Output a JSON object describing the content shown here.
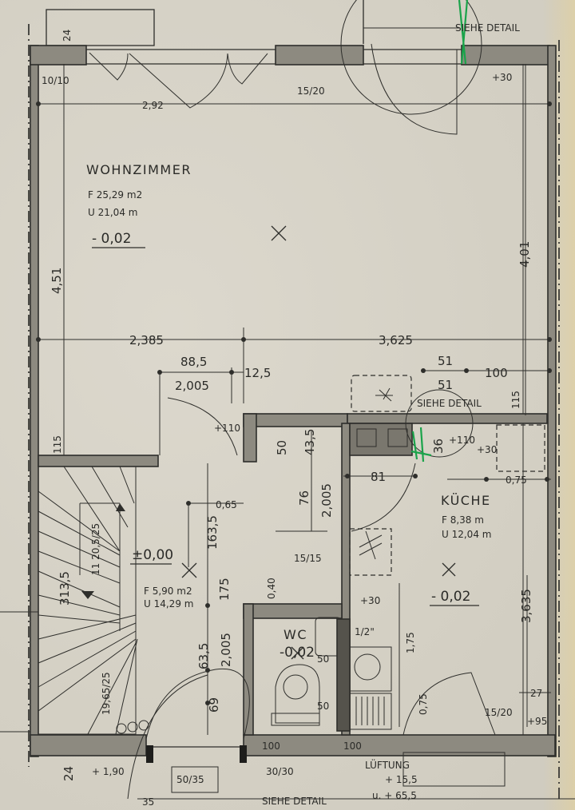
{
  "plan": {
    "rooms": [
      {
        "name": "WOHNZIMMER",
        "area": "F  25,29 m2",
        "perimeter": "U  21,04 m",
        "level": "- 0,02"
      },
      {
        "name": "KÜCHE",
        "area": "F  8,38 m",
        "perimeter": "U 12,04 m",
        "level": "- 0,02"
      },
      {
        "name": "WC",
        "level": "-0,02"
      },
      {
        "name": "",
        "area": "F  5,90 m2",
        "perimeter": "U 14,29 m",
        "level": "±0,00"
      }
    ],
    "notes": {
      "siehe_detail_top": "SIEHE DETAIL",
      "siehe_detail_mid": "SIEHE DETAIL",
      "siehe_detail_bottom": "SIEHE DETAIL",
      "lueftung": "LÜFTUNG",
      "lueftung_1": "+ 15,5",
      "lueftung_2": "u. + 65,5"
    },
    "dimensions": {
      "d_24_top": "24",
      "d_10_10": "10/10",
      "d_2_92": "2,92",
      "d_15_20_top": "15/20",
      "d_plus30_top": "+30",
      "d_4_51": "4,51",
      "d_4_01": "4,01",
      "d_2_385": "2,385",
      "d_3_625": "3,625",
      "d_88_5": "88,5",
      "d_2_005_a": "2,005",
      "d_12_5": "12,5",
      "d_51_a": "51",
      "d_51_b": "51",
      "d_100": "100",
      "d_115_right": "115",
      "d_115_left": "115",
      "d_plus110_a": "+110",
      "d_50": "50",
      "d_43_5": "43,5",
      "d_36": "36",
      "d_plus110_b": "+110",
      "d_plus30_mid": "+30",
      "d_0_75_a": "0,75",
      "d_81": "81",
      "d_76": "76",
      "d_2_005_b": "2,005",
      "d_0_65": "0,65",
      "d_163_5": "163,5",
      "d_15_15": "15/15",
      "d_11_20_5_25": "11 20,5/25",
      "d_313_5": "313,5",
      "d_175_a": "175",
      "d_0_40": "0,40",
      "d_plus30_k": "+30",
      "d_1_2": "1/2\"",
      "d_175_b": "1,75",
      "d_3_635": "3,635",
      "d_63_5": "63,5",
      "d_2_005_c": "2,005",
      "d_69": "69",
      "d_19_65_25": "19,65/25",
      "d_0_75_b": "0,75",
      "d_27": "27",
      "d_15_20_bot": "15/20",
      "d_plus95": "+95",
      "d_24_bot": "24",
      "d_plus1_90": "+ 1,90",
      "d_50_35": "50/35",
      "d_35": "35",
      "d_30_30": "30/30",
      "d_100_a": "100",
      "d_100_b": "100",
      "d_50_a": "50",
      "d_50_b": "50"
    }
  }
}
